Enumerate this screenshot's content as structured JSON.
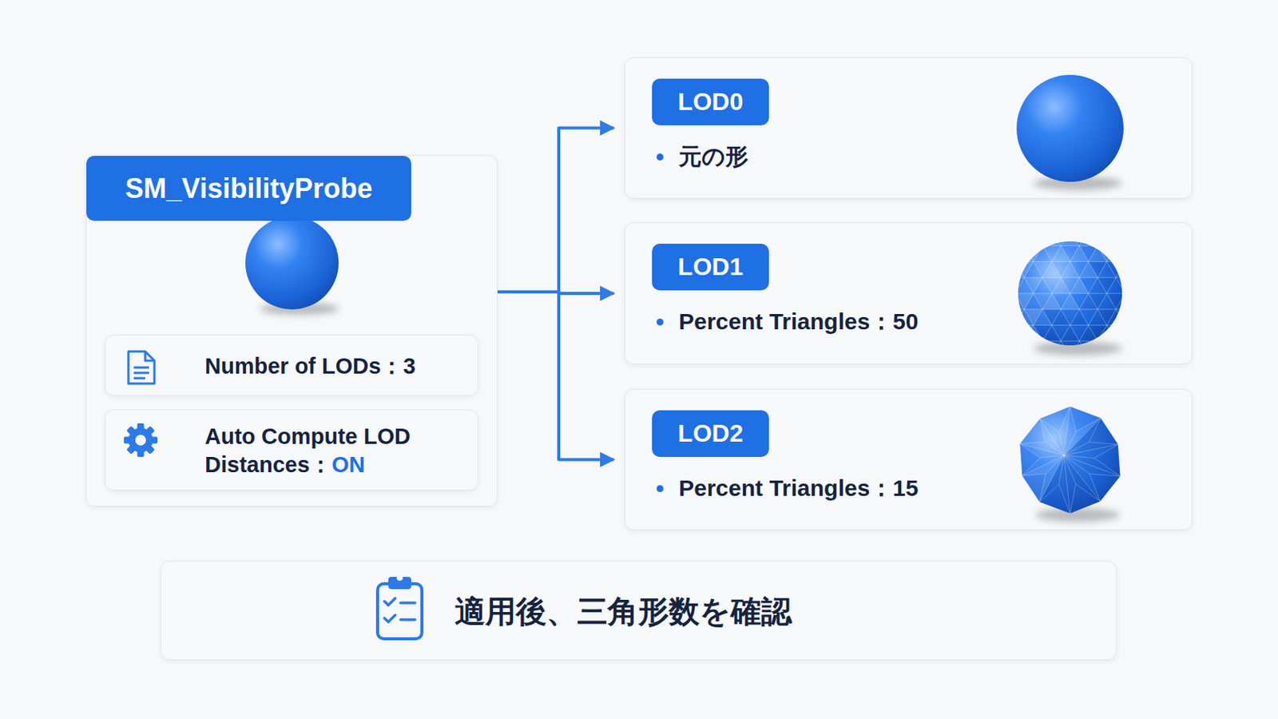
{
  "diagram": {
    "nodes": [
      {
        "text": [
          "SM_VisibilityProbe"
        ]
      },
      {
        "text": [
          "Number of LODs：3"
        ],
        "in": 0
      },
      {
        "text": [
          "Auto Compute LOD Distances：",
          "ON"
        ],
        "in": 0
      },
      {
        "text": [
          "LOD0",
          "元の形"
        ]
      },
      {
        "text": [
          "LOD1",
          "Percent Triangles：50"
        ]
      },
      {
        "text": [
          "LOD2",
          "Percent Triangles：15"
        ]
      },
      {
        "text": [
          "適用後、三角形数を確認"
        ]
      }
    ],
    "edges": [
      {
        "from": 0,
        "to": 3,
        "arrow": "to"
      },
      {
        "from": 0,
        "to": 4,
        "arrow": "to"
      },
      {
        "from": 0,
        "to": 5,
        "arrow": "to"
      }
    ]
  }
}
